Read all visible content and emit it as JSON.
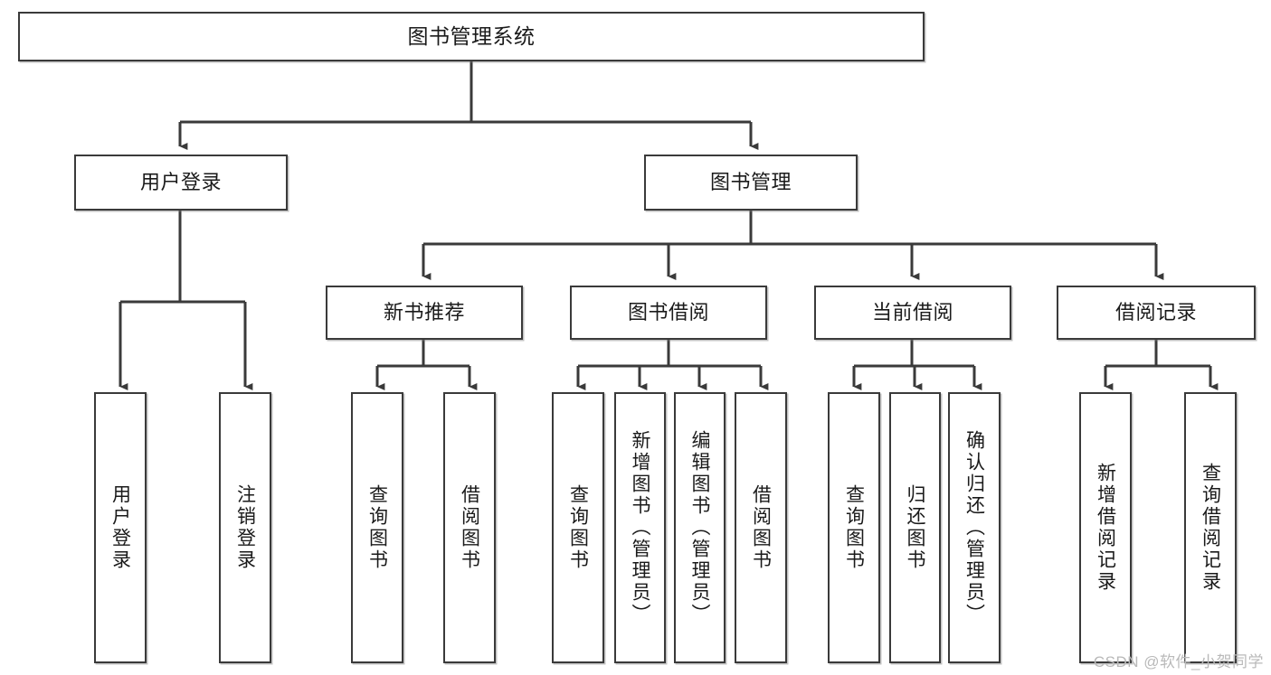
{
  "diagram": {
    "title": "图书管理系统",
    "type": "tree-hierarchy",
    "background_color": "#ffffff",
    "line_color": "#3a3a3a",
    "text_color": "#1a1a1a",
    "nodes": {
      "root": {
        "label": "图书管理系统",
        "orientation": "horizontal",
        "level": 1
      },
      "login": {
        "label": "用户登录",
        "orientation": "horizontal",
        "level": 2
      },
      "book_manage": {
        "label": "图书管理",
        "orientation": "horizontal",
        "level": 2
      },
      "new_book": {
        "label": "新书推荐",
        "orientation": "horizontal",
        "level": 3
      },
      "borrow": {
        "label": "图书借阅",
        "orientation": "horizontal",
        "level": 3
      },
      "current_borrow": {
        "label": "当前借阅",
        "orientation": "horizontal",
        "level": 3
      },
      "borrow_record": {
        "label": "借阅记录",
        "orientation": "horizontal",
        "level": 3
      },
      "leaf_user_login": {
        "label": "用户登录",
        "orientation": "vertical",
        "level": 4
      },
      "leaf_logout": {
        "label": "注销登录",
        "orientation": "vertical",
        "level": 4
      },
      "leaf_query_book_1": {
        "label": "查询图书",
        "orientation": "vertical",
        "level": 4
      },
      "leaf_borrow_book_1": {
        "label": "借阅图书",
        "orientation": "vertical",
        "level": 4
      },
      "leaf_query_book_2": {
        "label": "查询图书",
        "orientation": "vertical",
        "level": 4
      },
      "leaf_add_book": {
        "label": "新增图书（管理员）",
        "orientation": "vertical",
        "level": 4
      },
      "leaf_edit_book": {
        "label": "编辑图书（管理员）",
        "orientation": "vertical",
        "level": 4
      },
      "leaf_borrow_book_2": {
        "label": "借阅图书",
        "orientation": "vertical",
        "level": 4
      },
      "leaf_query_book_3": {
        "label": "查询图书",
        "orientation": "vertical",
        "level": 4
      },
      "leaf_return_book": {
        "label": "归还图书",
        "orientation": "vertical",
        "level": 4
      },
      "leaf_confirm_return": {
        "label": "确认归还（管理员）",
        "orientation": "vertical",
        "level": 4
      },
      "leaf_add_record": {
        "label": "新增借阅记录",
        "orientation": "vertical",
        "level": 4
      },
      "leaf_query_record": {
        "label": "查询借阅记录",
        "orientation": "vertical",
        "level": 4
      }
    },
    "edges": [
      {
        "from": "root",
        "to": "login"
      },
      {
        "from": "root",
        "to": "book_manage"
      },
      {
        "from": "book_manage",
        "to": "new_book"
      },
      {
        "from": "book_manage",
        "to": "borrow"
      },
      {
        "from": "book_manage",
        "to": "current_borrow"
      },
      {
        "from": "book_manage",
        "to": "borrow_record"
      },
      {
        "from": "login",
        "to": "leaf_user_login"
      },
      {
        "from": "login",
        "to": "leaf_logout"
      },
      {
        "from": "new_book",
        "to": "leaf_query_book_1"
      },
      {
        "from": "new_book",
        "to": "leaf_borrow_book_1"
      },
      {
        "from": "borrow",
        "to": "leaf_query_book_2"
      },
      {
        "from": "borrow",
        "to": "leaf_add_book"
      },
      {
        "from": "borrow",
        "to": "leaf_edit_book"
      },
      {
        "from": "borrow",
        "to": "leaf_borrow_book_2"
      },
      {
        "from": "current_borrow",
        "to": "leaf_query_book_3"
      },
      {
        "from": "current_borrow",
        "to": "leaf_return_book"
      },
      {
        "from": "current_borrow",
        "to": "leaf_confirm_return"
      },
      {
        "from": "borrow_record",
        "to": "leaf_add_record"
      },
      {
        "from": "borrow_record",
        "to": "leaf_query_record"
      }
    ]
  },
  "watermark": {
    "text": "CSDN @软件_小贺同学"
  }
}
